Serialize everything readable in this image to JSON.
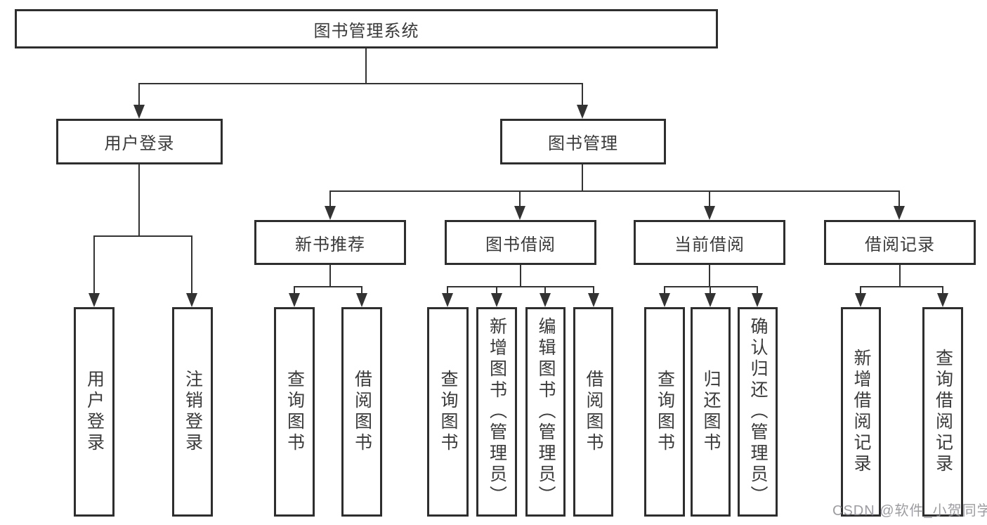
{
  "diagram": {
    "type": "hierarchy-tree",
    "nodes": {
      "root": {
        "label": "图书管理系统"
      },
      "user_login": {
        "label": "用户登录"
      },
      "book_mgmt": {
        "label": "图书管理"
      },
      "new_book_rec": {
        "label": "新书推荐"
      },
      "book_borrow": {
        "label": "图书借阅"
      },
      "current_borrow": {
        "label": "当前借阅"
      },
      "borrow_records": {
        "label": "借阅记录"
      },
      "ul_login": {
        "label": "用户登录"
      },
      "ul_logout": {
        "label": "注销登录"
      },
      "nbr_query": {
        "label": "查询图书"
      },
      "nbr_borrow": {
        "label": "借阅图书"
      },
      "bb_query": {
        "label": "查询图书"
      },
      "bb_add": {
        "label": "新增图书（管理员）"
      },
      "bb_edit": {
        "label": "编辑图书（管理员）"
      },
      "bb_borrow": {
        "label": "借阅图书"
      },
      "cb_query": {
        "label": "查询图书"
      },
      "cb_return": {
        "label": "归还图书"
      },
      "cb_confirm": {
        "label": "确认归还（管理员）"
      },
      "br_add": {
        "label": "新增借阅记录"
      },
      "br_query": {
        "label": "查询借阅记录"
      }
    },
    "edges": [
      [
        "图书管理系统",
        "用户登录"
      ],
      [
        "图书管理系统",
        "图书管理"
      ],
      [
        "用户登录",
        "用户登录(叶)"
      ],
      [
        "用户登录",
        "注销登录"
      ],
      [
        "图书管理",
        "新书推荐"
      ],
      [
        "图书管理",
        "图书借阅"
      ],
      [
        "图书管理",
        "当前借阅"
      ],
      [
        "图书管理",
        "借阅记录"
      ],
      [
        "新书推荐",
        "查询图书"
      ],
      [
        "新书推荐",
        "借阅图书"
      ],
      [
        "图书借阅",
        "查询图书"
      ],
      [
        "图书借阅",
        "新增图书（管理员）"
      ],
      [
        "图书借阅",
        "编辑图书（管理员）"
      ],
      [
        "图书借阅",
        "借阅图书"
      ],
      [
        "当前借阅",
        "查询图书"
      ],
      [
        "当前借阅",
        "归还图书"
      ],
      [
        "当前借阅",
        "确认归还（管理员）"
      ],
      [
        "借阅记录",
        "新增借阅记录"
      ],
      [
        "借阅记录",
        "查询借阅记录"
      ]
    ]
  },
  "watermark": {
    "text": "CSDN @软件_小贺同学"
  },
  "colors": {
    "line": "#333333",
    "box_border": "#2e2e2e",
    "text": "#3a3a3a",
    "watermark": "#919198",
    "background": "#ffffff"
  }
}
